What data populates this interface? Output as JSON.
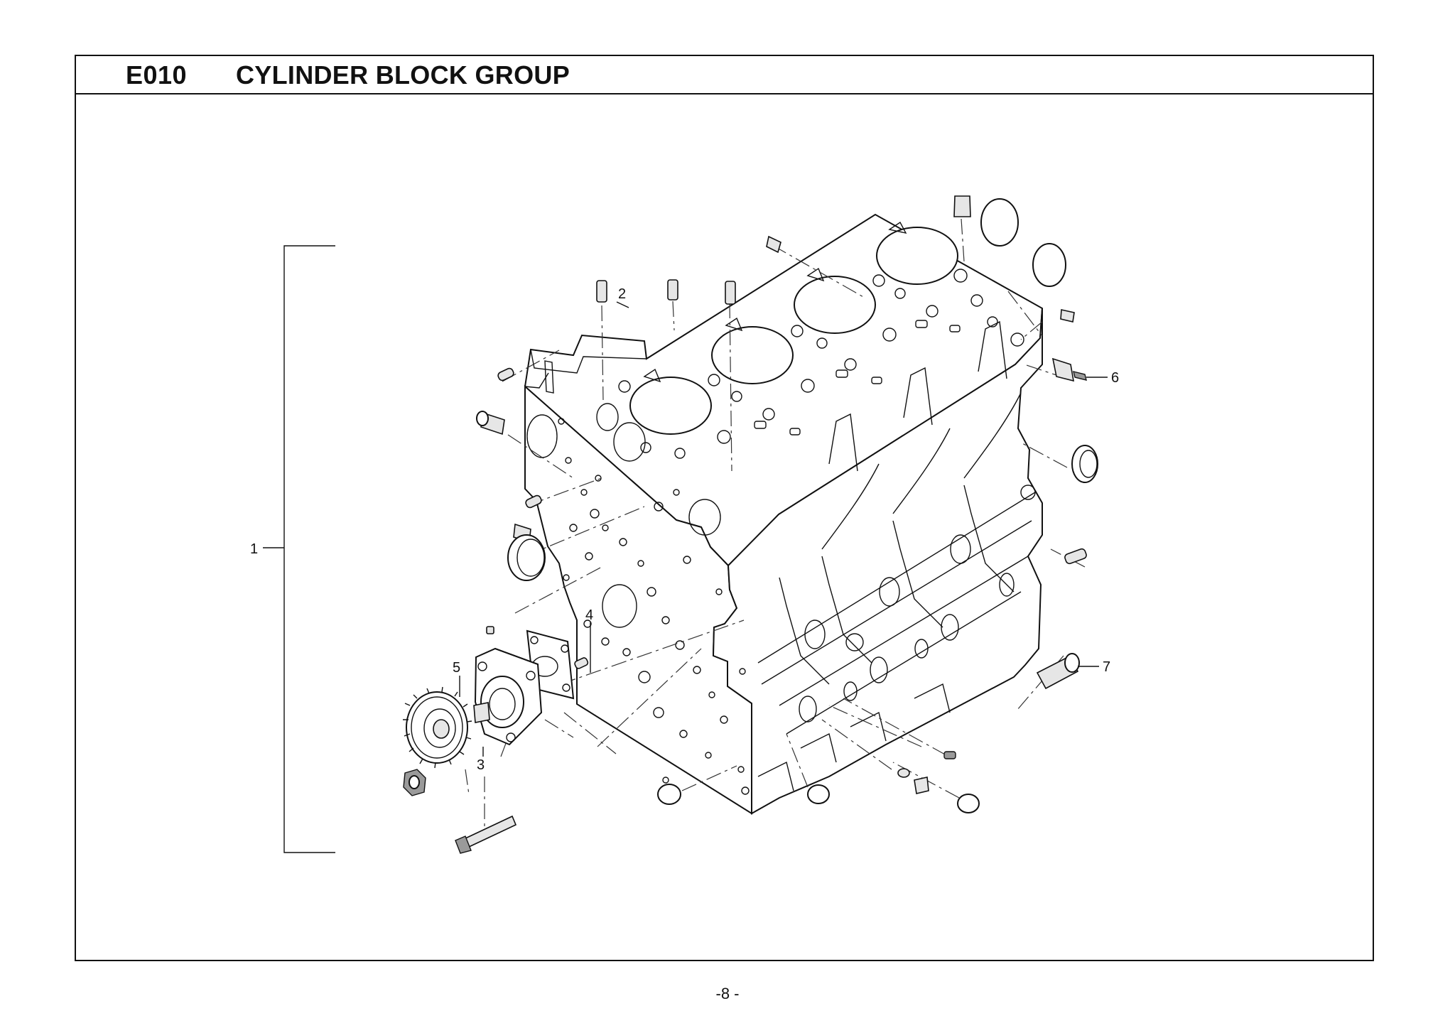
{
  "header": {
    "code": "E010",
    "title": "CYLINDER BLOCK GROUP"
  },
  "callouts": [
    "1",
    "2",
    "3",
    "4",
    "5",
    "6",
    "7"
  ],
  "footer": {
    "page_number": "-8 -"
  }
}
